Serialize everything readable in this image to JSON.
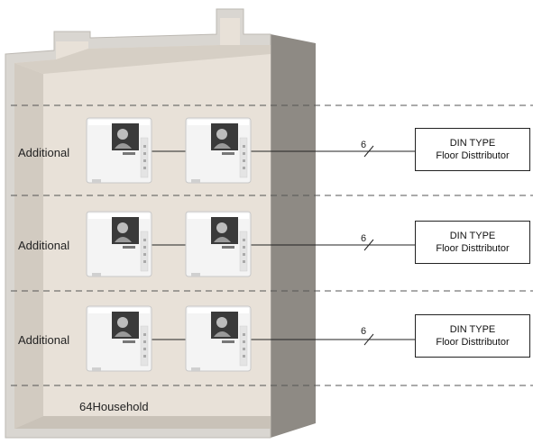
{
  "building": {
    "household_label": "64Household"
  },
  "floors": [
    {
      "label": "Additional",
      "wire_count": "6",
      "distributor": {
        "line1": "DIN TYPE",
        "line2": "Floor Disttributor"
      }
    },
    {
      "label": "Additional",
      "wire_count": "6",
      "distributor": {
        "line1": "DIN TYPE",
        "line2": "Floor Disttributor"
      }
    },
    {
      "label": "Additional",
      "wire_count": "6",
      "distributor": {
        "line1": "DIN TYPE",
        "line2": "Floor Disttributor"
      }
    }
  ],
  "colors": {
    "wall_outer": "#8e8a84",
    "wall_light": "#d9d6d1",
    "wall_inner": "#e8e1d8",
    "wall_dark": "#a39e97",
    "dashed_line": "#555555",
    "monitor_body": "#f2f2f2"
  }
}
